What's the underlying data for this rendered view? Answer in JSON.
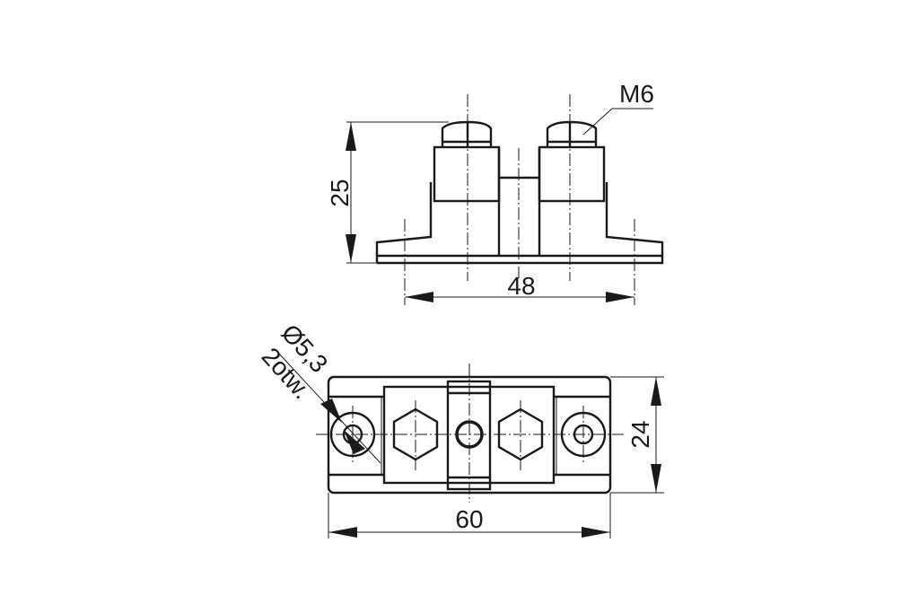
{
  "drawing": {
    "front_view": {
      "height_dimension": "25",
      "hole_spacing_dimension": "48",
      "thread_label": "M6"
    },
    "top_view": {
      "hole_diameter_label": "Ø5,3",
      "hole_count_label": "2otw.",
      "length_dimension": "60",
      "width_dimension": "24"
    }
  }
}
